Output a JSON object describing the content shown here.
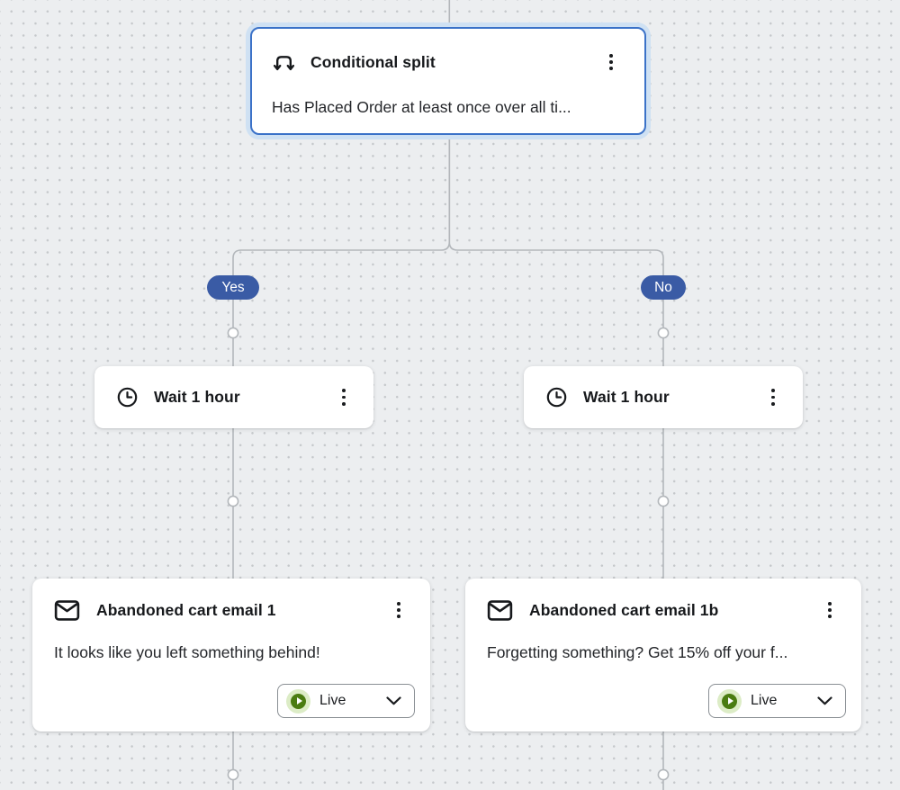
{
  "flow": {
    "conditional": {
      "title": "Conditional split",
      "subtitle": "Has Placed Order at least once over all ti..."
    },
    "branches": {
      "yes": "Yes",
      "no": "No"
    },
    "waits": [
      {
        "title": "Wait 1 hour"
      },
      {
        "title": "Wait 1 hour"
      }
    ],
    "emails": [
      {
        "title": "Abandoned cart email 1",
        "subtitle": "It looks like you left something behind!",
        "status": "Live"
      },
      {
        "title": "Abandoned cart email 1b",
        "subtitle": "Forgetting something? Get 15% off your f...",
        "status": "Live"
      }
    ]
  },
  "icons": {
    "conditional": "split-arrows-icon",
    "wait": "clock-icon",
    "email": "envelope-icon",
    "menu": "kebab-icon",
    "status": "play-circle-icon",
    "dropdown": "chevron-down-icon"
  },
  "colors": {
    "canvas_bg": "#eceef0",
    "grid_dot": "#c5c8cb",
    "connector_line": "#b3b7bb",
    "branch_badge": "#3a5ba5",
    "selected_border": "#3b72c8",
    "selected_halo": "#cfe1f3",
    "live_green": "#4a7c11",
    "live_green_halo": "#dcecc6"
  }
}
